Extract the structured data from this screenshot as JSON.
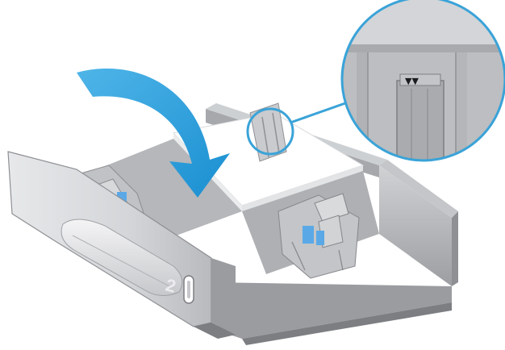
{
  "illustration": {
    "tray_number": "2",
    "colors": {
      "arrow_blue": "#1a8fd1",
      "arrow_blue_light": "#4fb5e8",
      "callout_outline": "#3aa3d8",
      "latch_blue": "#5aa9e6",
      "tray_gray": "#c8c9cb",
      "tray_dark": "#8e9094",
      "paper_white": "#ffffff"
    },
    "callout": {
      "detail": "paper-height-limit-markers",
      "marker_glyph": "▼▼"
    },
    "arrow_direction": "down-into-tray"
  }
}
